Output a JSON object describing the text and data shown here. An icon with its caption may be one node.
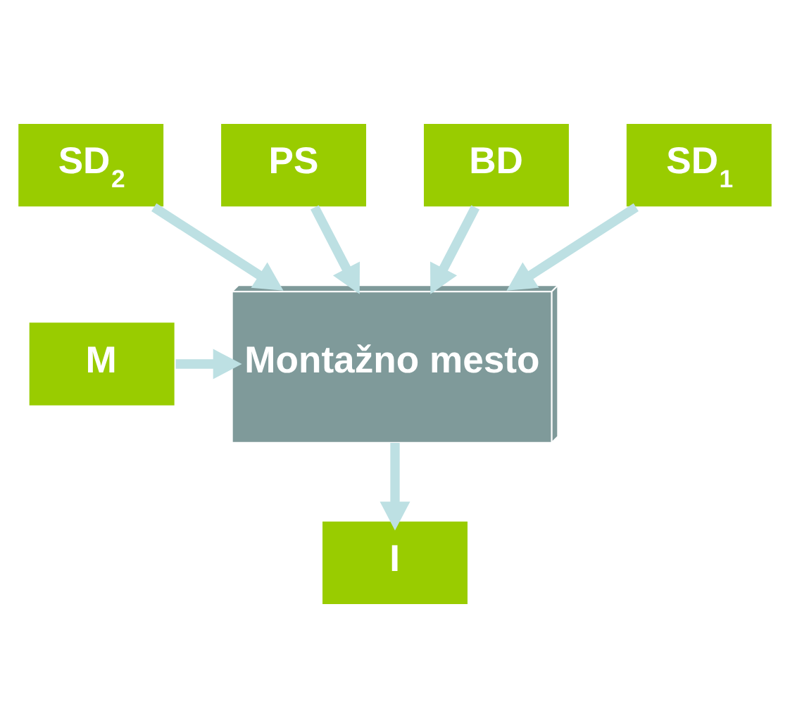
{
  "diagram": {
    "nodes": [
      {
        "text": [
          "SD$_{1}$"
        ]
      },
      {
        "text": [
          "SD$_{2}$"
        ]
      },
      {
        "text": [
          "PS"
        ]
      },
      {
        "text": [
          "BD"
        ]
      },
      {
        "text": [
          "M"
        ]
      },
      {
        "text": [
          "Montažno mesto"
        ]
      },
      {
        "text": [
          "I"
        ]
      }
    ],
    "edges": [
      {
        "from": 0,
        "to": 5,
        "arrow": "to"
      },
      {
        "from": 1,
        "to": 5,
        "arrow": "to"
      },
      {
        "from": 2,
        "to": 5,
        "arrow": "to"
      },
      {
        "from": 3,
        "to": 5,
        "arrow": "to"
      },
      {
        "from": 4,
        "to": 5,
        "arrow": "to"
      },
      {
        "from": 5,
        "to": 6,
        "arrow": "to"
      }
    ]
  }
}
